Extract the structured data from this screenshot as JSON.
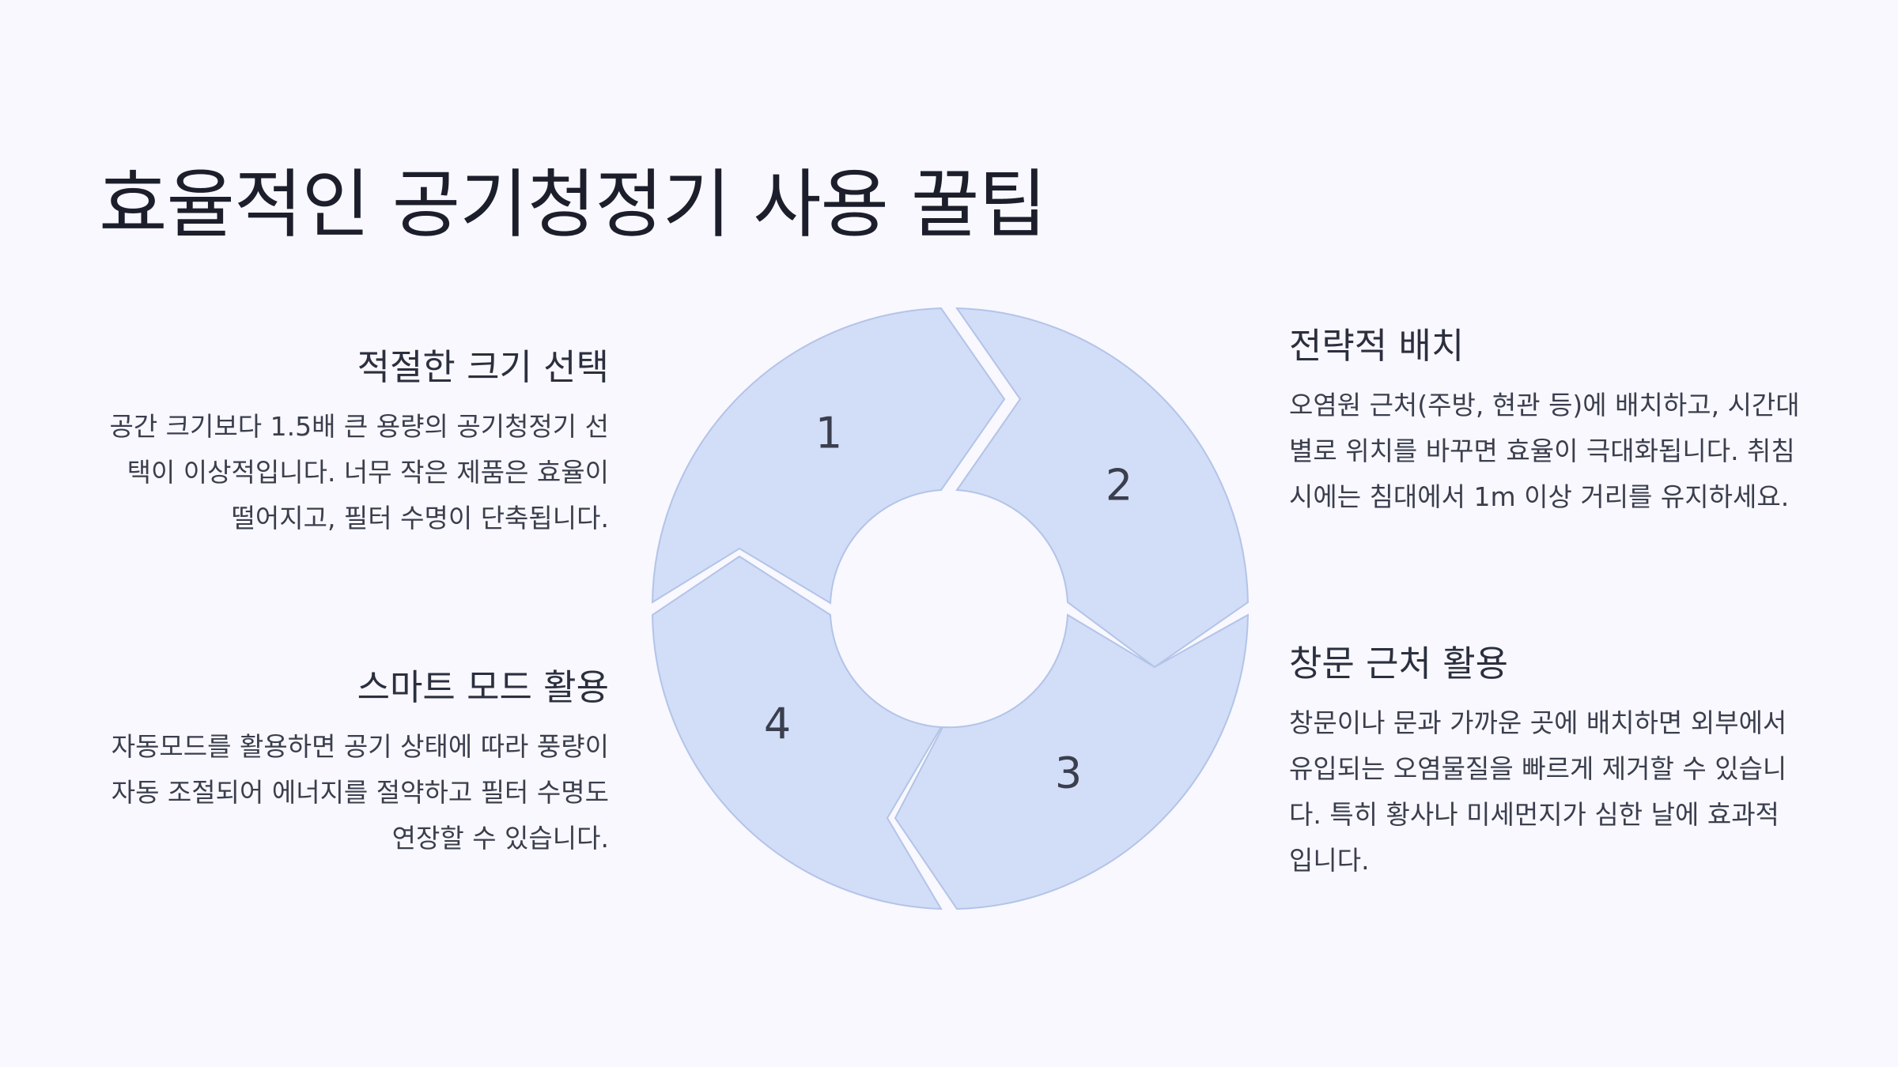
{
  "title": "효율적인 공기청정기 사용 꿀팁",
  "steps": [
    {
      "number": "1",
      "heading": "적절한 크기 선택",
      "body": "공간 크기보다 1.5배 큰 용량의 공기청정기 선택이 이상적입니다. 너무 작은 제품은 효율이 떨어지고, 필터 수명이 단축됩니다."
    },
    {
      "number": "2",
      "heading": "전략적 배치",
      "body": "오염원 근처(주방, 현관 등)에 배치하고, 시간대별로 위치를 바꾸면 효율이 극대화됩니다. 취침 시에는 침대에서 1m 이상 거리를 유지하세요."
    },
    {
      "number": "3",
      "heading": "창문 근처 활용",
      "body": "창문이나 문과 가까운 곳에 배치하면 외부에서 유입되는 오염물질을 빠르게 제거할 수 있습니다. 특히 황사나 미세먼지가 심한 날에 효과적입니다."
    },
    {
      "number": "4",
      "heading": "스마트 모드 활용",
      "body": "자동모드를 활용하면 공기 상태에 따라 풍량이 자동 조절되어 에너지를 절약하고 필터 수명도 연장할 수 있습니다."
    }
  ],
  "colors": {
    "background": "#f8f8fe",
    "segment_fill": "#d2ddf7",
    "segment_stroke": "#b3c4e8",
    "text": "#2b2f3e"
  }
}
